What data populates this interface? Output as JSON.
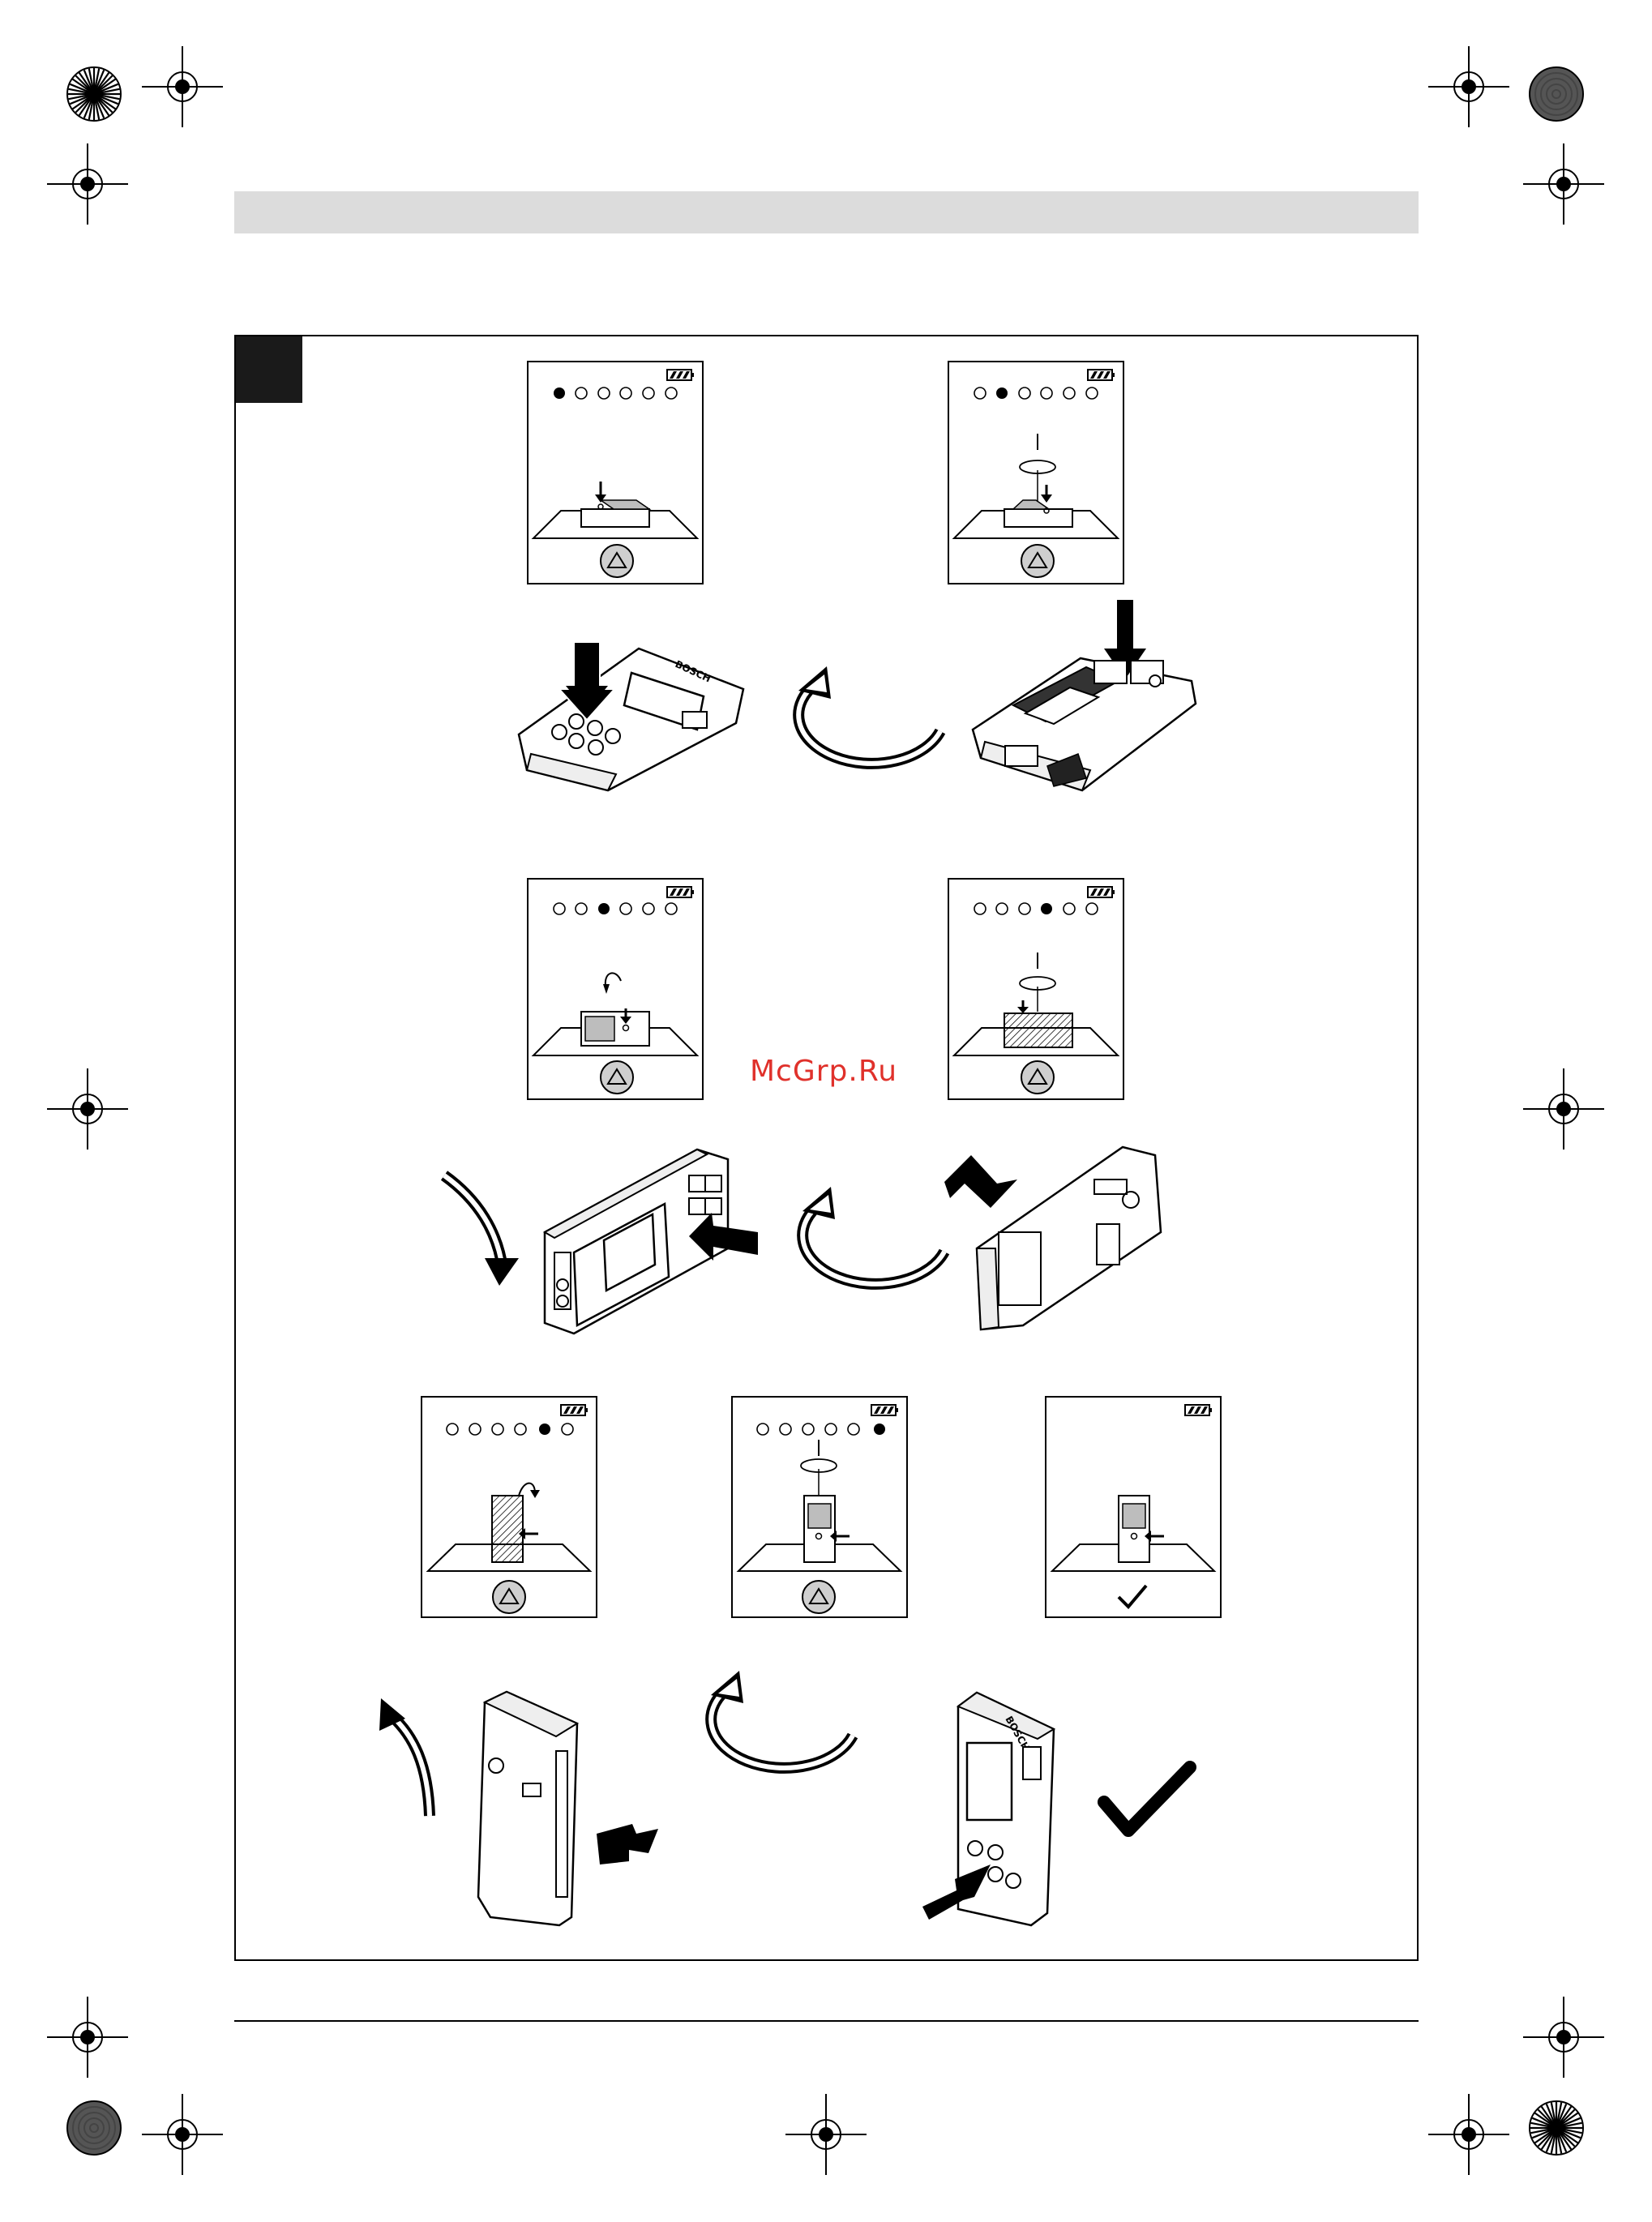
{
  "watermark": {
    "text": "McGrp.Ru"
  },
  "colors": {
    "ink": "#000000",
    "header_band": "#dcdcdc",
    "watermark": "#e0312b",
    "badge": "#1a1a1a"
  },
  "steps": [
    {
      "step": 1,
      "active_dot": 1,
      "total_dots": 6,
      "button_icon": "triangle-button-icon"
    },
    {
      "step": 2,
      "active_dot": 2,
      "total_dots": 6,
      "button_icon": "triangle-button-icon"
    },
    {
      "step": 3,
      "active_dot": 3,
      "total_dots": 6,
      "button_icon": "triangle-button-icon"
    },
    {
      "step": 4,
      "active_dot": 4,
      "total_dots": 6,
      "button_icon": "triangle-button-icon"
    },
    {
      "step": 5,
      "active_dot": 5,
      "total_dots": 6,
      "button_icon": "triangle-button-icon"
    },
    {
      "step": 6,
      "active_dot": 6,
      "total_dots": 6,
      "button_icon": "triangle-button-icon"
    },
    {
      "step": 7,
      "active_dot": 0,
      "total_dots": 0,
      "button_icon": "check-icon"
    }
  ],
  "device_brand": "BOSCH"
}
